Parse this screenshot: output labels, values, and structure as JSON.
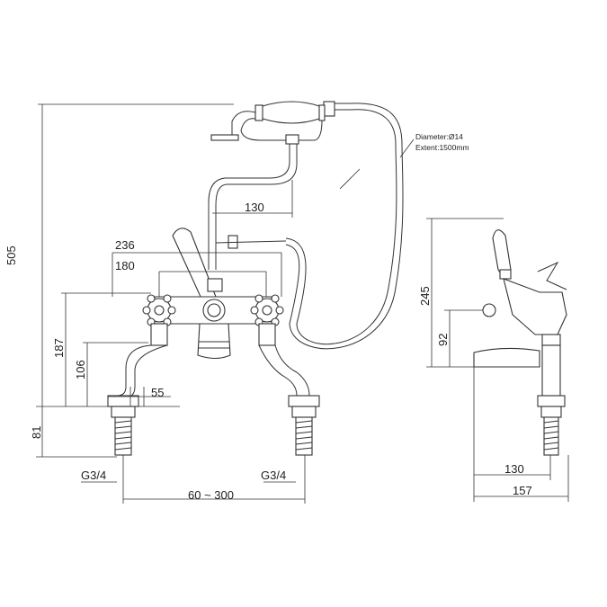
{
  "front_view": {
    "dimensions": {
      "overall_height": "505",
      "tail_length": "81",
      "handle_height": "187",
      "spout_height": "106",
      "leg_offset": "55",
      "outer_width": "236",
      "handle_centres": "180",
      "cradle_offset": "130",
      "thread_left": "G3/4",
      "thread_right": "G3/4",
      "centres_range": "60 ~ 300"
    },
    "hose_note": {
      "diameter": "Diameter:Ø14",
      "extent": "Extent:1500mm"
    }
  },
  "side_view": {
    "dimensions": {
      "lever_height": "245",
      "spout_height": "92",
      "spout_reach": "130",
      "overall_depth": "157"
    }
  },
  "colors": {
    "line": "#333333",
    "background": "#ffffff"
  }
}
